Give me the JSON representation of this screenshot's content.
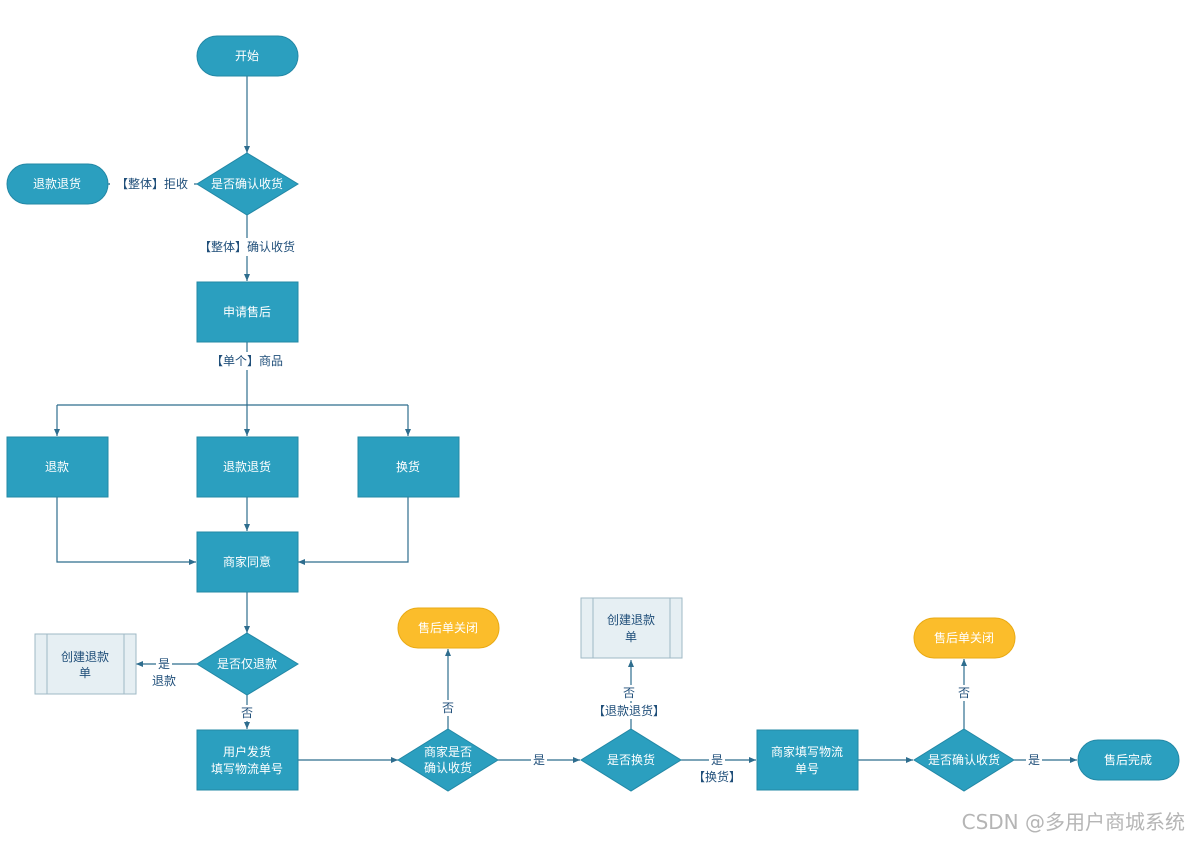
{
  "colors": {
    "teal": "#2b9fbf",
    "teal_border": "#2388a6",
    "orange": "#fbbd2b",
    "line": "#2e6d8e",
    "label_text": "#1f4e79",
    "subprocess_fill": "#e6eff3",
    "subprocess_border": "#9fb9c6"
  },
  "nodes": {
    "start": "开始",
    "confirm_receipt": "是否确认收货",
    "refund_return_end": "退款退货",
    "apply_after_sale": "申请售后",
    "refund": "退款",
    "refund_return": "退款退货",
    "exchange": "换货",
    "merchant_agree": "商家同意",
    "only_refund": "是否仅退款",
    "create_refund_1": [
      "创建退款",
      "单"
    ],
    "user_ship": [
      "用户发货",
      "填写物流单号"
    ],
    "merchant_confirm": [
      "商家是否",
      "确认收货"
    ],
    "close_1": "售后单关闭",
    "is_exchange": "是否换货",
    "create_refund_2": [
      "创建退款",
      "单"
    ],
    "merchant_fill": [
      "商家填写物流",
      "单号"
    ],
    "user_confirm": "是否确认收货",
    "close_2": "售后单关闭",
    "done": "售后完成"
  },
  "edge_labels": {
    "reject": "【整体】拒收",
    "accept": "【整体】确认收货",
    "single": "【单个】商品",
    "yes_refund": [
      "是",
      "退款"
    ],
    "no_1": "否",
    "no_2": "否",
    "yes_1": "是",
    "no_refund_return": [
      "否",
      "【退款退货】"
    ],
    "yes_exchange": [
      "是",
      "【换货】"
    ],
    "no_3": "否",
    "yes_2": "是"
  },
  "watermark": "CSDN @多用户商城系统"
}
